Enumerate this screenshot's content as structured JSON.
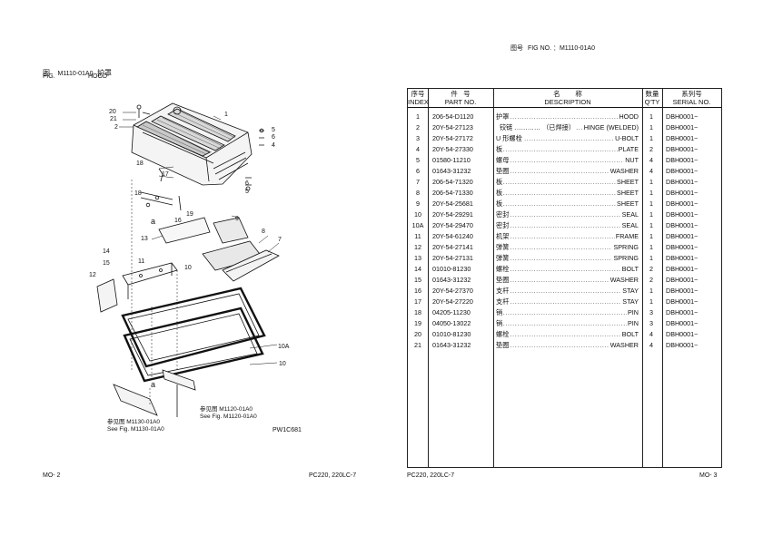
{
  "left_page": {
    "title_cn": "图",
    "fig_no": "M1110-01A0",
    "title_cn_name": "护罩",
    "fig_label": "FIG.",
    "name_en": "HOOD",
    "callouts": [
      "20",
      "21",
      "2",
      "1",
      "5",
      "6",
      "4",
      "18",
      "17",
      "6",
      "5",
      "18",
      "19",
      "16",
      "a",
      "13",
      "9",
      "8",
      "7",
      "14",
      "15",
      "11",
      "10",
      "12",
      "10A",
      "10",
      "a"
    ],
    "ref1_cn": "参见图 M1120-01A0",
    "ref1_en": "See Fig. M1120-01A0",
    "ref2_cn": "参见图 M1130-01A0",
    "ref2_en": "See Fig. M1130-01A0",
    "drawing_no": "PW1C681",
    "footer_page": "MO- 2",
    "footer_model": "PC220, 220LC-7"
  },
  "right_page": {
    "header_cn": "图号",
    "header_en": "FIG NO. ：M1110-01A0",
    "columns": {
      "index_cn": "序号",
      "index_en": "INDEX",
      "part_cn": "件   号",
      "part_en": "PART NO.",
      "desc_cn": "名        称",
      "desc_en": "DESCRIPTION",
      "qty_cn": "数量",
      "qty_en": "Q'TY",
      "serial_cn": "系列号",
      "serial_en": "SERIAL NO."
    },
    "rows": [
      {
        "idx": "1",
        "part": "206-54-D1120",
        "cn": "护罩",
        "en": "HOOD",
        "qty": "1",
        "serial": "DBH0001~"
      },
      {
        "idx": "2",
        "part": "20Y-54-27123",
        "cn": "  铰链 ………… （已焊接）",
        "en": "HINGE (WELDED)",
        "qty": "1",
        "serial": "DBH0001~"
      },
      {
        "idx": "3",
        "part": "20Y-54-27172",
        "cn": "U 形螺栓",
        "en": "U-BOLT",
        "qty": "1",
        "serial": "DBH0001~"
      },
      {
        "idx": "4",
        "part": "20Y-54-27330",
        "cn": "板",
        "en": "PLATE",
        "qty": "2",
        "serial": "DBH0001~"
      },
      {
        "idx": "5",
        "part": "01580-11210",
        "cn": "螺母",
        "en": "NUT",
        "qty": "4",
        "serial": "DBH0001~"
      },
      {
        "idx": "6",
        "part": "01643-31232",
        "cn": "垫圈",
        "en": "WASHER",
        "qty": "4",
        "serial": "DBH0001~"
      },
      {
        "idx": "7",
        "part": "206-54-71320",
        "cn": "板",
        "en": "SHEET",
        "qty": "1",
        "serial": "DBH0001~"
      },
      {
        "idx": "8",
        "part": "206-54-71330",
        "cn": "板",
        "en": "SHEET",
        "qty": "1",
        "serial": "DBH0001~"
      },
      {
        "idx": "9",
        "part": "20Y-54-25681",
        "cn": "板",
        "en": "SHEET",
        "qty": "1",
        "serial": "DBH0001~"
      },
      {
        "idx": "10",
        "part": "20Y-54-29291",
        "cn": "密封",
        "en": "SEAL",
        "qty": "1",
        "serial": "DBH0001~"
      },
      {
        "idx": "10A",
        "part": "20Y-54-29470",
        "cn": "密封",
        "en": "SEAL",
        "qty": "1",
        "serial": "DBH0001~"
      },
      {
        "idx": "11",
        "part": "20Y-54-61240",
        "cn": "机架",
        "en": "FRAME",
        "qty": "1",
        "serial": "DBH0001~"
      },
      {
        "idx": "12",
        "part": "20Y-54-27141",
        "cn": "弹簧",
        "en": "SPRING",
        "qty": "1",
        "serial": "DBH0001~"
      },
      {
        "idx": "13",
        "part": "20Y-54-27131",
        "cn": "弹簧",
        "en": "SPRING",
        "qty": "1",
        "serial": "DBH0001~"
      },
      {
        "idx": "14",
        "part": "01010-81230",
        "cn": "螺栓",
        "en": "BOLT",
        "qty": "2",
        "serial": "DBH0001~"
      },
      {
        "idx": "15",
        "part": "01643-31232",
        "cn": "垫圈",
        "en": "WASHER",
        "qty": "2",
        "serial": "DBH0001~"
      },
      {
        "idx": "16",
        "part": "20Y-54-27370",
        "cn": "支杆",
        "en": "STAY",
        "qty": "1",
        "serial": "DBH0001~"
      },
      {
        "idx": "17",
        "part": "20Y-54-27220",
        "cn": "支杆",
        "en": "STAY",
        "qty": "1",
        "serial": "DBH0001~"
      },
      {
        "idx": "18",
        "part": "04205-11230",
        "cn": "销",
        "en": "PIN",
        "qty": "3",
        "serial": "DBH0001~"
      },
      {
        "idx": "19",
        "part": "04050-13022",
        "cn": "销",
        "en": "PIN",
        "qty": "3",
        "serial": "DBH0001~"
      },
      {
        "idx": "20",
        "part": "01010-81230",
        "cn": "螺栓",
        "en": "BOLT",
        "qty": "4",
        "serial": "DBH0001~"
      },
      {
        "idx": "21",
        "part": "01643-31232",
        "cn": "垫圈",
        "en": "WASHER",
        "qty": "4",
        "serial": "DBH0001~"
      }
    ],
    "footer_model": "PC220, 220LC-7",
    "footer_page": "MO- 3"
  }
}
